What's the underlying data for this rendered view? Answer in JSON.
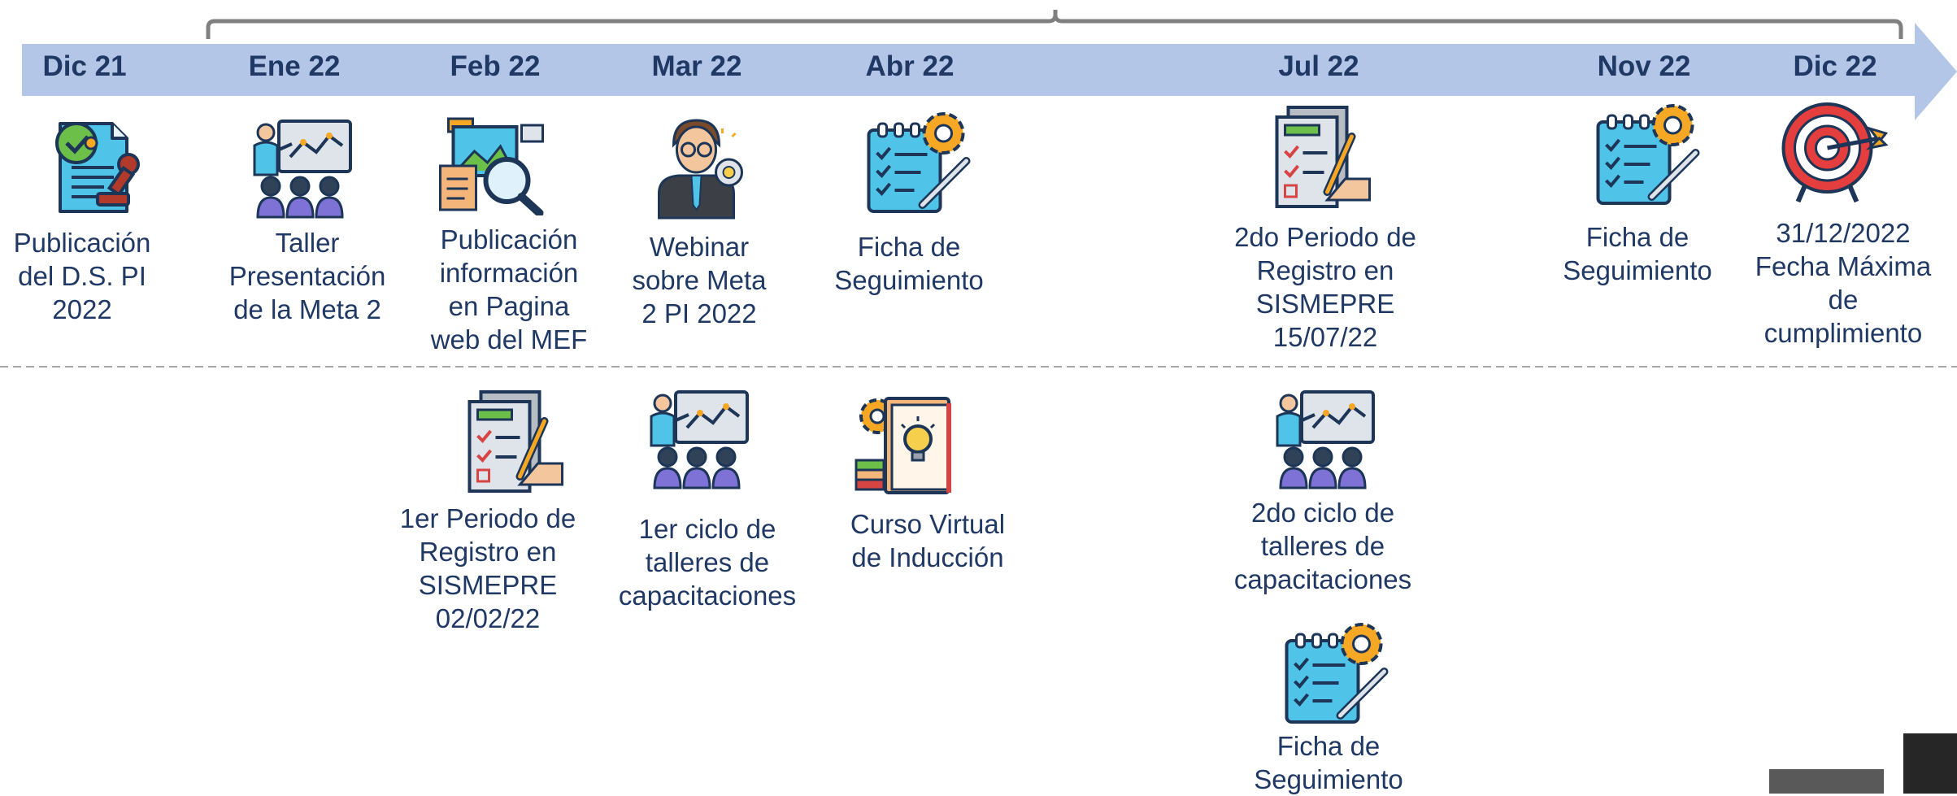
{
  "colors": {
    "arrow": "#b4c6e7",
    "text": "#1f3864",
    "bracket": "#808080",
    "divider": "#a6a6a6",
    "corner_light": "#595959",
    "corner_dark": "#262626"
  },
  "timeline": {
    "months": [
      "Dic 21",
      "Ene 22",
      "Feb 22",
      "Mar 22",
      "Abr 22",
      "Jul 22",
      "Nov 22",
      "Dic 22"
    ]
  },
  "events_top": [
    {
      "label": "Publicación\ndel D.S. PI\n2022",
      "icon": "document-stamp-icon"
    },
    {
      "label": "Taller\nPresentación\nde la Meta 2",
      "icon": "presentation-workshop-icon"
    },
    {
      "label": "Publicación\ninformación\nen Pagina\nweb del MEF",
      "icon": "web-search-icon"
    },
    {
      "label": "Webinar\nsobre Meta\n2 PI 2022",
      "icon": "presenter-idea-icon"
    },
    {
      "label": "Ficha de\nSeguimiento",
      "icon": "checklist-gear-icon"
    },
    {
      "label": "2do Periodo de\nRegistro en\nSISMEPRE\n15/07/22",
      "icon": "register-form-icon"
    },
    {
      "label": "Ficha de\nSeguimiento",
      "icon": "checklist-gear-icon"
    },
    {
      "label": "31/12/2022\nFecha Máxima\nde\ncumplimiento",
      "icon": "target-icon"
    }
  ],
  "events_bottom": [
    {
      "label": "1er Periodo de\nRegistro en\nSISMEPRE\n02/02/22",
      "icon": "register-form-icon"
    },
    {
      "label": "1er ciclo de\ntalleres de\ncapacitaciones",
      "icon": "presentation-workshop-icon"
    },
    {
      "label": "Curso Virtual\nde Inducción",
      "icon": "idea-book-icon"
    },
    {
      "label": "2do ciclo de\ntalleres de\ncapacitaciones",
      "icon": "presentation-workshop-icon"
    },
    {
      "label": "Ficha de\nSeguimiento",
      "icon": "checklist-gear-icon"
    }
  ]
}
